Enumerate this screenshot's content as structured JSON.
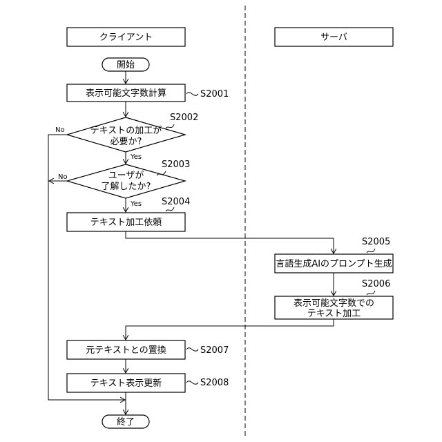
{
  "lanes": {
    "client": "クライアント",
    "server": "サーバ"
  },
  "start": "開始",
  "end": "終了",
  "steps": {
    "s2001": {
      "label": "表示可能文字数計算",
      "id": "S2001"
    },
    "s2002": {
      "line1": "テキストの加工が",
      "line2": "必要か?",
      "id": "S2002",
      "no": "No",
      "yes": "Yes"
    },
    "s2003": {
      "line1": "ユーザが",
      "line2": "了解したか?",
      "id": "S2003",
      "no": "No",
      "yes": "Yes"
    },
    "s2004": {
      "label": "テキスト加工依頼",
      "id": "S2004"
    },
    "s2005": {
      "label": "言語生成AIのプロンプト生成",
      "id": "S2005"
    },
    "s2006": {
      "line1": "表示可能文字数での",
      "line2": "テキスト加工",
      "id": "S2006"
    },
    "s2007": {
      "label": "元テキストとの置換",
      "id": "S2007"
    },
    "s2008": {
      "label": "テキスト表示更新",
      "id": "S2008"
    }
  }
}
